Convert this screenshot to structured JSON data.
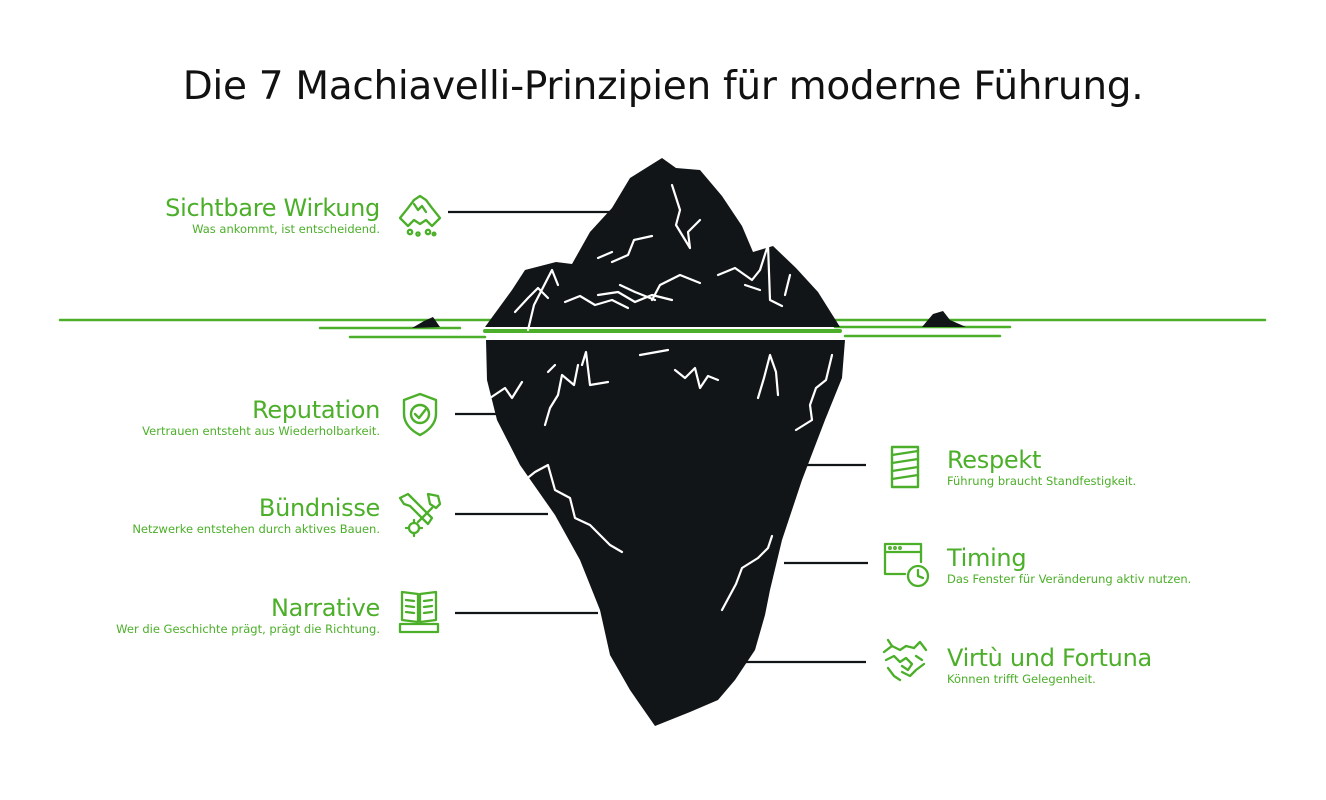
{
  "title": "Die 7 Machiavelli-Prinzipien für moderne Führung.",
  "colors": {
    "accent": "#4caf2a",
    "iceberg": "#121517",
    "text": "#111111",
    "background": "#ffffff"
  },
  "principles": [
    {
      "name": "Sichtbare Wirkung",
      "description": "Was ankommt, ist entscheidend.",
      "icon": "volcano-icon"
    },
    {
      "name": "Reputation",
      "description": "Vertrauen entsteht aus Wiederholbarkeit.",
      "icon": "shield-check-icon"
    },
    {
      "name": "Bündnisse",
      "description": "Netzwerke entstehen durch aktives Bauen.",
      "icon": "tools-icon"
    },
    {
      "name": "Narrative",
      "description": "Wer die Geschichte prägt, prägt die Richtung.",
      "icon": "open-book-icon"
    },
    {
      "name": "Respekt",
      "description": "Führung braucht Standfestigkeit.",
      "icon": "pillar-icon"
    },
    {
      "name": "Timing",
      "description": "Das Fenster für Veränderung aktiv nutzen.",
      "icon": "window-clock-icon"
    },
    {
      "name": "Virtù und Fortuna",
      "description": "Können trifft Gelegenheit.",
      "icon": "handshake-icon"
    }
  ]
}
